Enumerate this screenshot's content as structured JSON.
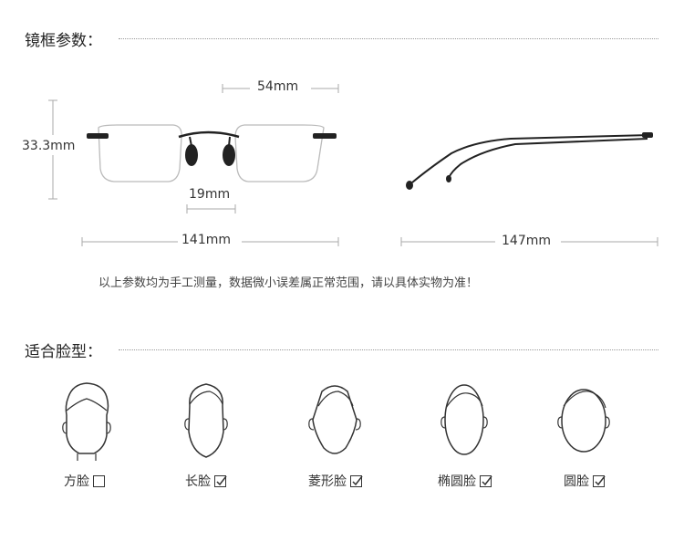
{
  "sections": {
    "frame_params": "镜框参数：",
    "face_shapes": "适合脸型："
  },
  "dimensions": {
    "lens_width": "54mm",
    "lens_height": "33.3mm",
    "bridge": "19mm",
    "frame_width": "141mm",
    "temple_length": "147mm"
  },
  "note": "以上参数均为手工测量，数据微小误差属正常范围，请以具体实物为准！",
  "faces": [
    {
      "label": "方脸",
      "checked": false
    },
    {
      "label": "长脸",
      "checked": true
    },
    {
      "label": "菱形脸",
      "checked": true
    },
    {
      "label": "椭圆脸",
      "checked": true
    },
    {
      "label": "圆脸",
      "checked": true
    }
  ]
}
